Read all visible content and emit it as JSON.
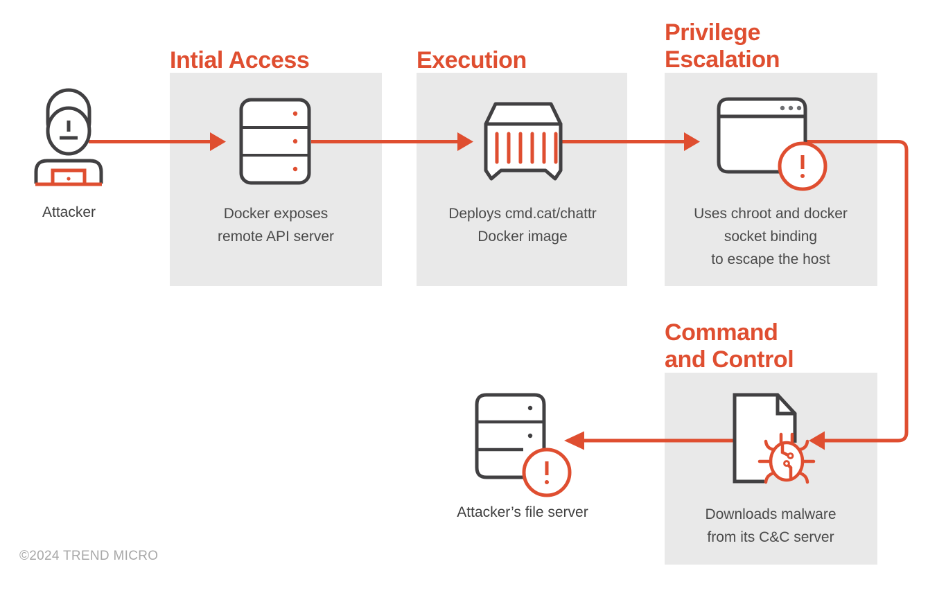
{
  "colors": {
    "accent": "#df4e30",
    "panel": "#e9e9e9",
    "icon_dark": "#414042",
    "caption_text": "#4a4a4a",
    "copyright_text": "#a8a8a8",
    "background": "#ffffff"
  },
  "stages": [
    {
      "id": "initial-access",
      "title": "Intial Access",
      "caption": "Docker exposes\nremote API server",
      "icon": "server-rack-icon"
    },
    {
      "id": "execution",
      "title": "Execution",
      "caption": "Deploys cmd.cat/chattr\nDocker image",
      "icon": "shipping-container-icon"
    },
    {
      "id": "privilege-escalation",
      "title": "Privilege\nEscalation",
      "caption": "Uses chroot and docker\nsocket binding\nto escape the host",
      "icon": "browser-window-alert-icon"
    },
    {
      "id": "command-and-control",
      "title": "Command\nand Control",
      "caption": "Downloads malware\nfrom its C&C server",
      "icon": "document-bug-icon"
    }
  ],
  "nodes": [
    {
      "id": "attacker",
      "label": "Attacker",
      "icon": "attacker-person-laptop-icon"
    },
    {
      "id": "attackers-file-server",
      "label": "Attacker’s file server",
      "icon": "server-rack-alert-icon"
    }
  ],
  "connectors": [
    {
      "id": "attacker-to-docker",
      "direction": "right"
    },
    {
      "id": "docker-to-execution",
      "direction": "right"
    },
    {
      "id": "execution-to-privilege",
      "direction": "right"
    },
    {
      "id": "privilege-to-cc",
      "direction": "elbow-down-left"
    },
    {
      "id": "cc-to-file-server",
      "direction": "left"
    }
  ],
  "footer": {
    "copyright": "©2024 TREND MICRO"
  }
}
